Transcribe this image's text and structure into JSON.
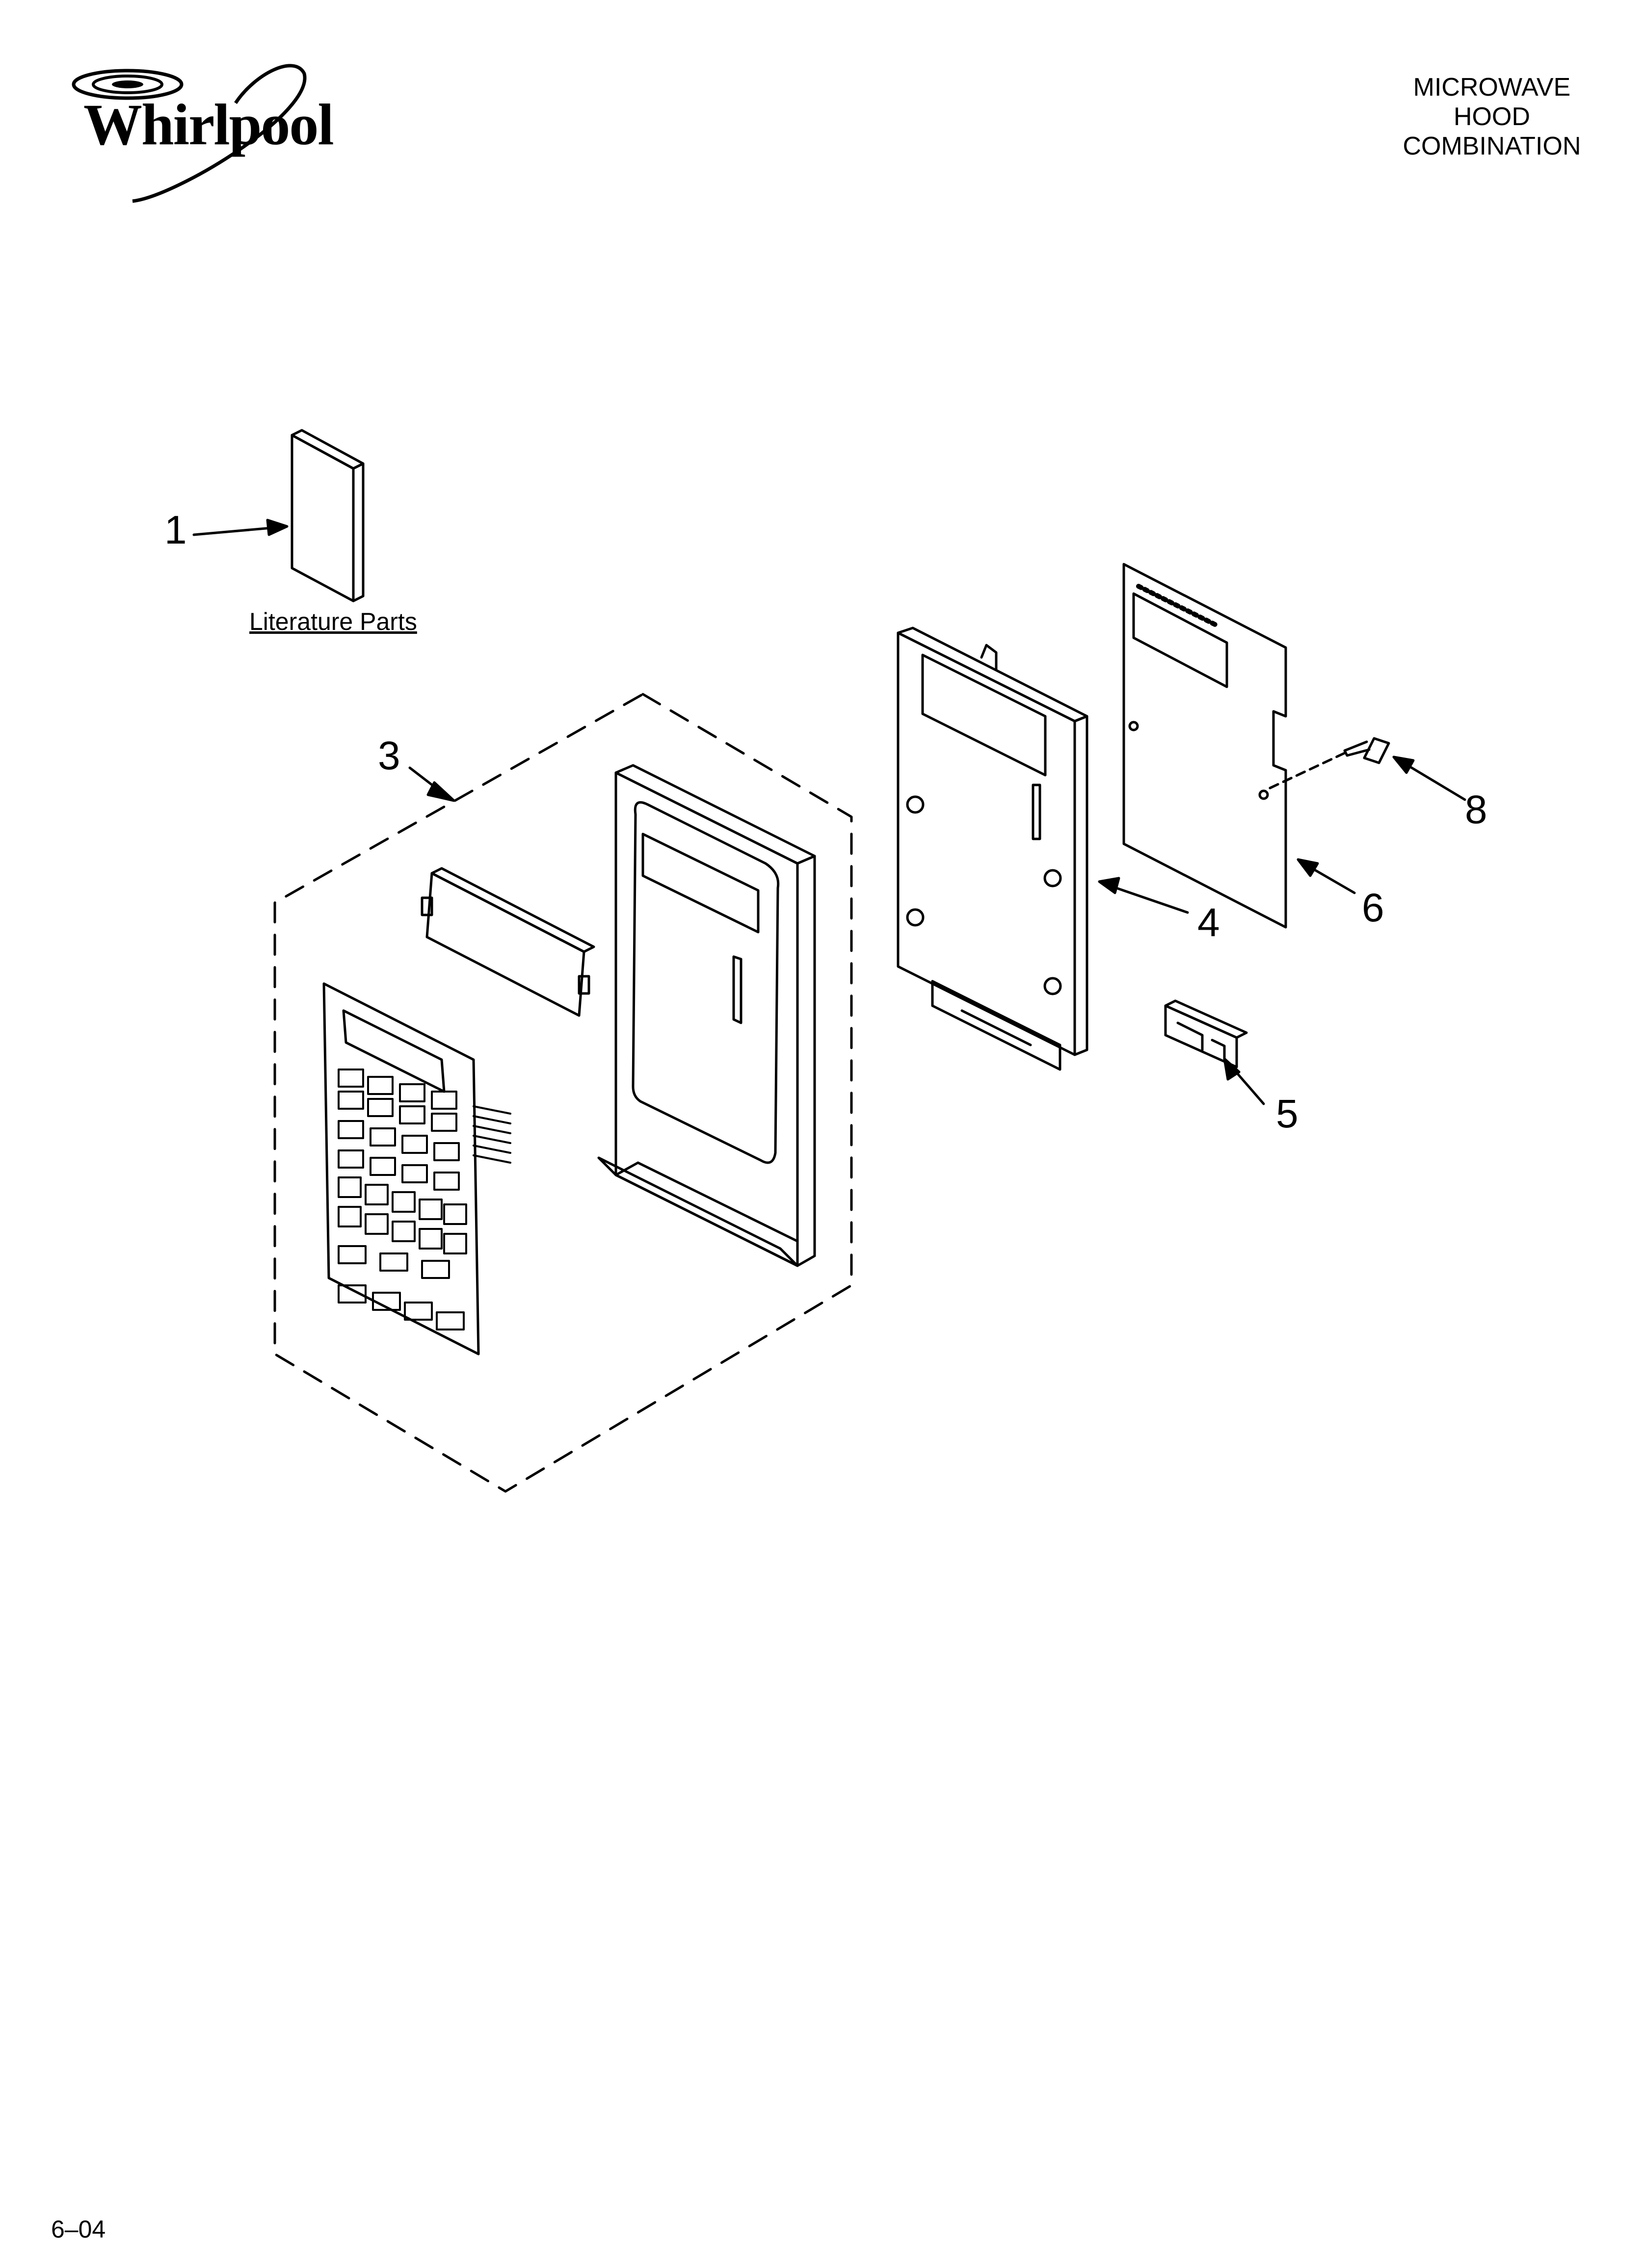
{
  "brand": {
    "name": "Whirlpool"
  },
  "header": {
    "title_lines": [
      "MICROWAVE",
      "HOOD",
      "COMBINATION"
    ]
  },
  "diagram": {
    "literature_label": "Literature Parts",
    "callouts": [
      "1",
      "3",
      "4",
      "5",
      "6",
      "8"
    ]
  },
  "footer": {
    "code": "6–04"
  }
}
